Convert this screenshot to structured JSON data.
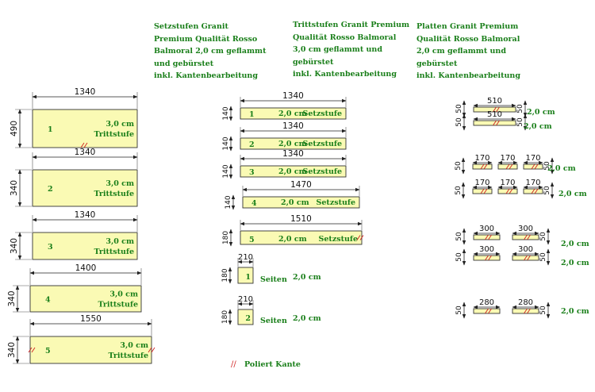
{
  "headers": {
    "col1": "Setzstufen Granit\nPremium Qualität Rosso\nBalmoral 2,0 cm geflammt\nund gebürstet\ninkl. Kantenbearbeitung",
    "col2": "Trittstufen Granit Premium\nQualität Rosso Balmoral\n3,0 cm geflammt und\ngebürstet\ninkl. Kantenbearbeitung",
    "col3": "Platten Granit Premium\nQualität Rosso Balmoral\n2,0 cm geflammt und\ngebürstet\ninkl. Kantenbearbeitung"
  },
  "left_panels": [
    {
      "num": "1",
      "width": "1340",
      "height": "490",
      "thickness": "3,0 cm",
      "type": "Trittstufe"
    },
    {
      "num": "2",
      "width": "1340",
      "height": "340",
      "thickness": "3,0 cm",
      "type": "Trittstufe"
    },
    {
      "num": "3",
      "width": "1340",
      "height": "340",
      "thickness": "3,0 cm",
      "type": "Trittstufe"
    },
    {
      "num": "4",
      "width": "1400",
      "height": "340",
      "thickness": "3,0 cm",
      "type": "Trittstufe"
    },
    {
      "num": "5",
      "width": "1550",
      "height": "340",
      "thickness": "3,0 cm",
      "type": "Trittstufe"
    }
  ],
  "mid_strips": [
    {
      "num": "1",
      "width": "1340",
      "height": "140",
      "thickness": "2,0 cm",
      "type": "Setzstufe"
    },
    {
      "num": "2",
      "width": "1340",
      "height": "140",
      "thickness": "2,0 cm",
      "type": "Setzstufe"
    },
    {
      "num": "3",
      "width": "1340",
      "height": "140",
      "thickness": "2,0 cm",
      "type": "Setzstufe"
    },
    {
      "num": "4",
      "width": "1470",
      "height": "140",
      "thickness": "2,0 cm",
      "type": "Setzstufe"
    },
    {
      "num": "5",
      "width": "1510",
      "height": "180",
      "thickness": "2,0 cm",
      "type": "Setzstufe"
    }
  ],
  "side_pieces": [
    {
      "num": "1",
      "width": "210",
      "height": "180",
      "label": "Seiten",
      "thickness": "2,0 cm"
    },
    {
      "num": "2",
      "width": "210",
      "height": "180",
      "label": "Seiten",
      "thickness": "2,0 cm"
    }
  ],
  "plates": {
    "row1": {
      "width": "510",
      "height": "50",
      "thickness": "2,0 cm"
    },
    "row2": {
      "width": "510",
      "height": "50",
      "thickness": "2,0 cm"
    },
    "row3": {
      "widths": [
        "170",
        "170",
        "170"
      ],
      "height": "50",
      "thickness": "2,0 cm"
    },
    "row4": {
      "widths": [
        "170",
        "170",
        "170"
      ],
      "height": "50",
      "thickness": "2,0 cm"
    },
    "row5": {
      "widths": [
        "300",
        "300"
      ],
      "height": "50",
      "thickness": "2,0 cm"
    },
    "row6": {
      "widths": [
        "300",
        "300"
      ],
      "height": "50",
      "thickness": "2,0 cm"
    },
    "row7": {
      "widths": [
        "280",
        "280"
      ],
      "height": "50",
      "thickness": "2,0 cm"
    }
  },
  "legend": {
    "text": "Poliert Kante",
    "mark": "//"
  }
}
